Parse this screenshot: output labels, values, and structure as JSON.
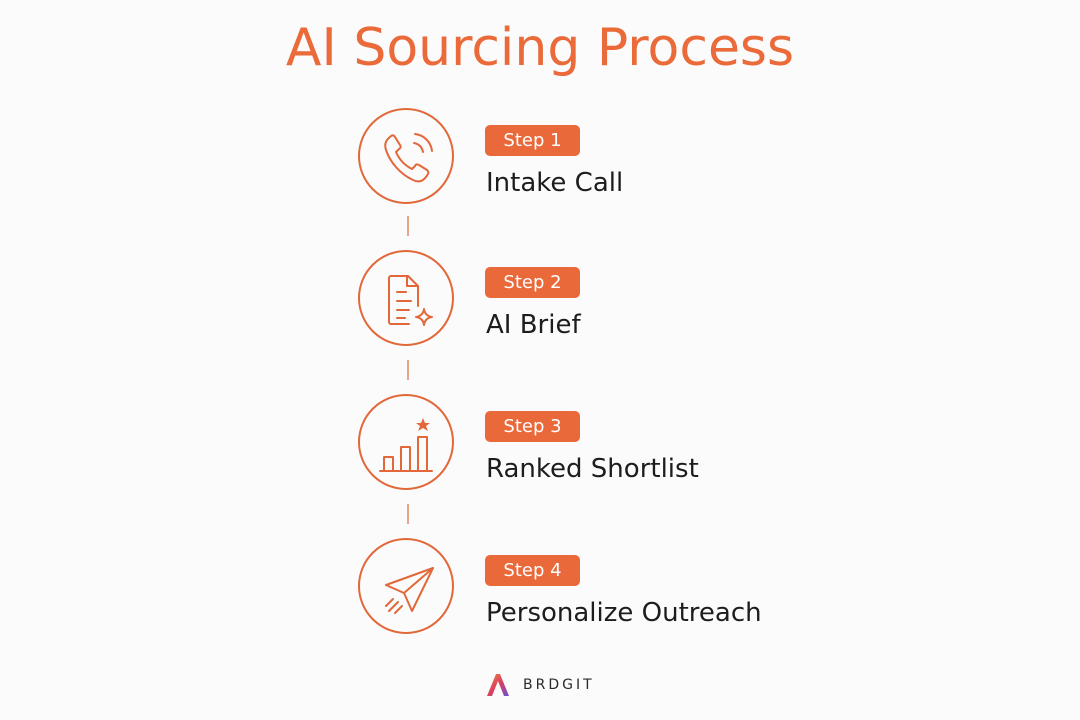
{
  "title": "AI Sourcing Process",
  "steps": [
    {
      "badge": "Step 1",
      "label": "Intake Call",
      "icon": "phone-call-icon"
    },
    {
      "badge": "Step 2",
      "label": "AI Brief",
      "icon": "document-sparkle-icon"
    },
    {
      "badge": "Step 3",
      "label": "Ranked Shortlist",
      "icon": "bar-chart-star-icon"
    },
    {
      "badge": "Step 4",
      "label": "Personalize Outreach",
      "icon": "paper-plane-icon"
    }
  ],
  "brand": {
    "name": "BRDGIT"
  },
  "colors": {
    "accent": "#e9693a",
    "text": "#1d1d1d",
    "background": "#fbfbfb"
  }
}
